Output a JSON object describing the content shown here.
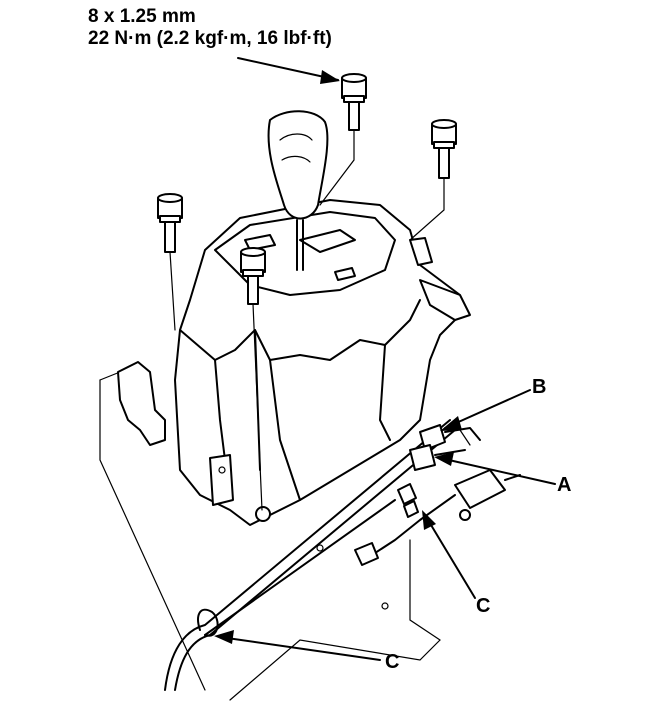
{
  "spec": {
    "size": "8 x 1.25 mm",
    "torque": "22 N·m (2.2 kgf·m, 16 lbf·ft)"
  },
  "callouts": {
    "a": "A",
    "b": "B",
    "c_lower_right": "C",
    "c_bottom": "C"
  }
}
